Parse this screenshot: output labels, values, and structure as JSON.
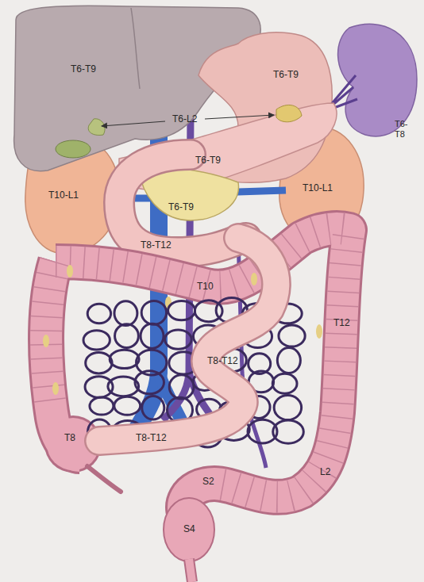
{
  "diagram": {
    "labels": [
      "T6-T9",
      "T6-T9",
      "T6- T8",
      "T6-L2",
      "T6-T9",
      "T10-L1",
      "T10-L1",
      "T6-T9",
      "T8-T12",
      "T10",
      "T12",
      "T8-T12",
      "T8",
      "T8-T12",
      "L2",
      "S2",
      "S4"
    ]
  }
}
